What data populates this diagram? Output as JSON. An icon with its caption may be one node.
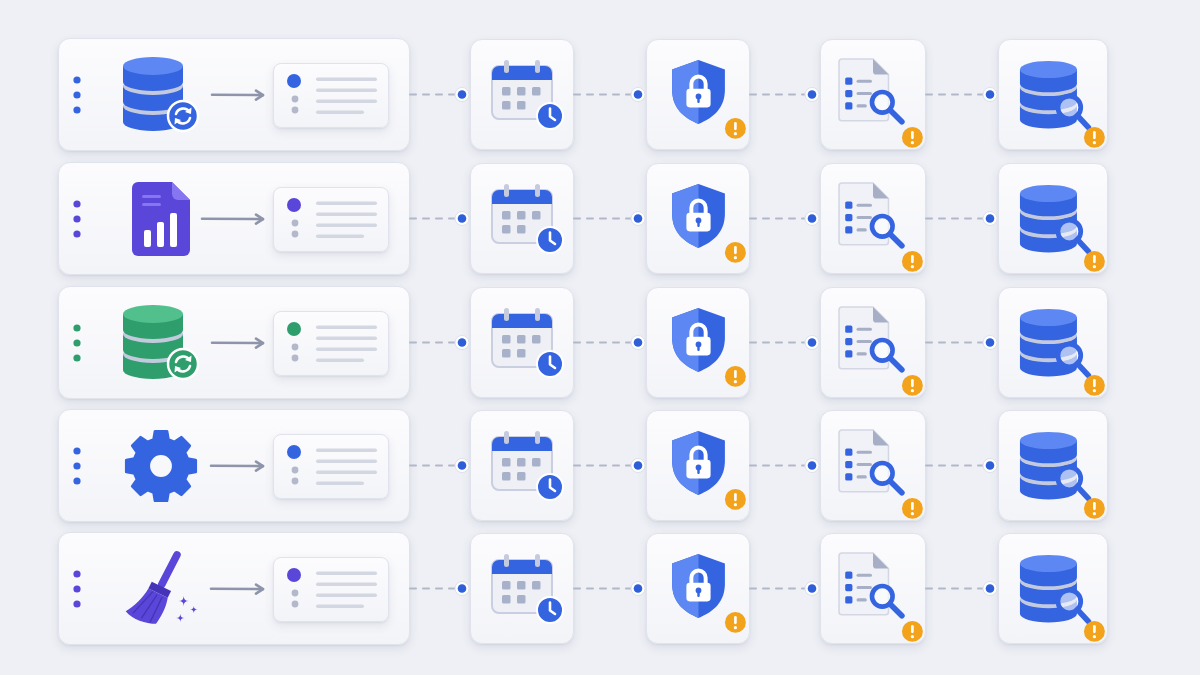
{
  "diagram": {
    "nodes": [
      {
        "text": [],
        "shape": "box"
      },
      {
        "text": [],
        "shape": "picture",
        "in": 0
      },
      {
        "text": [],
        "shape": "box",
        "in": 0
      },
      {
        "text": [],
        "shape": "box"
      },
      {
        "text": [],
        "shape": "box"
      },
      {
        "text": [],
        "shape": "box"
      },
      {
        "text": [],
        "shape": "box"
      },
      {
        "text": [],
        "shape": "box"
      },
      {
        "text": [],
        "shape": "picture",
        "in": 7
      },
      {
        "text": [],
        "shape": "box",
        "in": 7
      },
      {
        "text": [],
        "shape": "box"
      },
      {
        "text": [],
        "shape": "box"
      },
      {
        "text": [],
        "shape": "box"
      },
      {
        "text": [],
        "shape": "box"
      },
      {
        "text": [],
        "shape": "box"
      },
      {
        "text": [],
        "shape": "picture",
        "in": 14
      },
      {
        "text": [],
        "shape": "box",
        "in": 14
      },
      {
        "text": [],
        "shape": "box"
      },
      {
        "text": [],
        "shape": "box"
      },
      {
        "text": [],
        "shape": "box"
      },
      {
        "text": [],
        "shape": "box"
      },
      {
        "text": [],
        "shape": "box"
      },
      {
        "text": [],
        "shape": "picture",
        "in": 21
      },
      {
        "text": [],
        "shape": "box",
        "in": 21
      },
      {
        "text": [],
        "shape": "box"
      },
      {
        "text": [],
        "shape": "box"
      },
      {
        "text": [],
        "shape": "box"
      },
      {
        "text": [],
        "shape": "box"
      },
      {
        "text": [],
        "shape": "box"
      },
      {
        "text": [],
        "shape": "picture",
        "in": 28
      },
      {
        "text": [],
        "shape": "box",
        "in": 28
      },
      {
        "text": [],
        "shape": "box"
      },
      {
        "text": [],
        "shape": "box"
      },
      {
        "text": [],
        "shape": "box"
      },
      {
        "text": [],
        "shape": "box"
      }
    ],
    "edges": [
      {
        "from": 1,
        "to": 2,
        "arrow": "to"
      },
      {
        "from": 0,
        "to": 3,
        "arrow": "other",
        "style": "dashed"
      },
      {
        "from": 3,
        "to": 4,
        "arrow": "other",
        "style": "dashed"
      },
      {
        "from": 4,
        "to": 5,
        "arrow": "other",
        "style": "dashed"
      },
      {
        "from": 5,
        "to": 6,
        "arrow": "other",
        "style": "dashed"
      },
      {
        "from": 8,
        "to": 9,
        "arrow": "to"
      },
      {
        "from": 7,
        "to": 10,
        "arrow": "other",
        "style": "dashed"
      },
      {
        "from": 10,
        "to": 11,
        "arrow": "other",
        "style": "dashed"
      },
      {
        "from": 11,
        "to": 12,
        "arrow": "other",
        "style": "dashed"
      },
      {
        "from": 12,
        "to": 13,
        "arrow": "other",
        "style": "dashed"
      },
      {
        "from": 15,
        "to": 16,
        "arrow": "to"
      },
      {
        "from": 14,
        "to": 17,
        "arrow": "other",
        "style": "dashed"
      },
      {
        "from": 17,
        "to": 18,
        "arrow": "other",
        "style": "dashed"
      },
      {
        "from": 18,
        "to": 19,
        "arrow": "other",
        "style": "dashed"
      },
      {
        "from": 19,
        "to": 20,
        "arrow": "other",
        "style": "dashed"
      },
      {
        "from": 22,
        "to": 23,
        "arrow": "to"
      },
      {
        "from": 21,
        "to": 24,
        "arrow": "other",
        "style": "dashed"
      },
      {
        "from": 24,
        "to": 25,
        "arrow": "other",
        "style": "dashed"
      },
      {
        "from": 25,
        "to": 26,
        "arrow": "other",
        "style": "dashed"
      },
      {
        "from": 26,
        "to": 27,
        "arrow": "other",
        "style": "dashed"
      },
      {
        "from": 29,
        "to": 30,
        "arrow": "to"
      },
      {
        "from": 28,
        "to": 31,
        "arrow": "other",
        "style": "dashed"
      },
      {
        "from": 31,
        "to": 32,
        "arrow": "other",
        "style": "dashed"
      },
      {
        "from": 32,
        "to": 33,
        "arrow": "other",
        "style": "dashed"
      },
      {
        "from": 33,
        "to": 34,
        "arrow": "other",
        "style": "dashed"
      }
    ]
  }
}
